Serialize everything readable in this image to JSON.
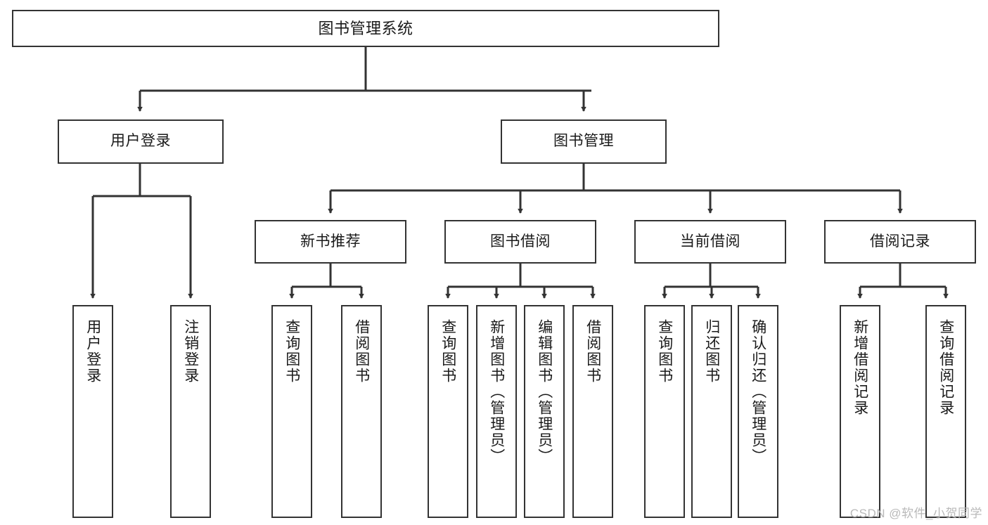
{
  "diagram": {
    "title": "图书管理系统",
    "type": "tree-hierarchy",
    "root": {
      "label": "图书管理系统"
    },
    "level2": [
      {
        "label": "用户登录"
      },
      {
        "label": "图书管理"
      }
    ],
    "level3": [
      {
        "label": "新书推荐"
      },
      {
        "label": "图书借阅"
      },
      {
        "label": "当前借阅"
      },
      {
        "label": "借阅记录"
      }
    ],
    "leaves": {
      "user_login": [
        {
          "label": "用户登录"
        },
        {
          "label": "注销登录"
        }
      ],
      "new_book_recommend": [
        {
          "label": "查询图书"
        },
        {
          "label": "借阅图书"
        }
      ],
      "book_borrow": [
        {
          "label": "查询图书"
        },
        {
          "label": "新增图书（管理员）"
        },
        {
          "label": "编辑图书（管理员）"
        },
        {
          "label": "借阅图书"
        }
      ],
      "current_borrow": [
        {
          "label": "查询图书"
        },
        {
          "label": "归还图书"
        },
        {
          "label": "确认归还（管理员）"
        }
      ],
      "borrow_record": [
        {
          "label": "新增借阅记录"
        },
        {
          "label": "查询借阅记录"
        }
      ]
    }
  },
  "watermark": {
    "text": "CSDN @软件_小贺同学"
  },
  "colors": {
    "box_border": "#333333",
    "box_fill": "#ffffff",
    "edge": "#333333",
    "text": "#1a1a1a",
    "watermark": "#b9b9b9"
  }
}
